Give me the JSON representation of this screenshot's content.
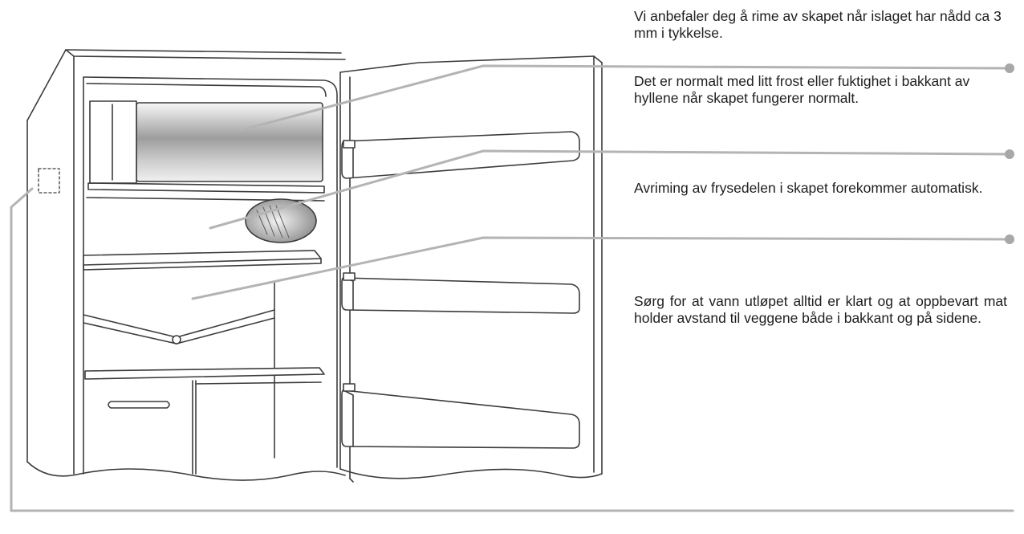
{
  "callouts": [
    {
      "text": "Vi anbefaler deg å rime av skapet når islaget har nådd ca 3 mm i tykkelse."
    },
    {
      "text": "Det er normalt med litt frost eller fuktighet i bakkant av hyllene når skapet fungerer normalt."
    },
    {
      "text": "Avriming av frysedelen i skapet forekommer automatisk."
    },
    {
      "text": "Sørg for at vann utløpet alltid er klart og at oppbevart mat holder avstand til veggene både i bakkant og på sidene."
    }
  ],
  "colors": {
    "outline": "#3c3c3c",
    "leader": "#b4b4b4",
    "text": "#1e1e1e"
  }
}
